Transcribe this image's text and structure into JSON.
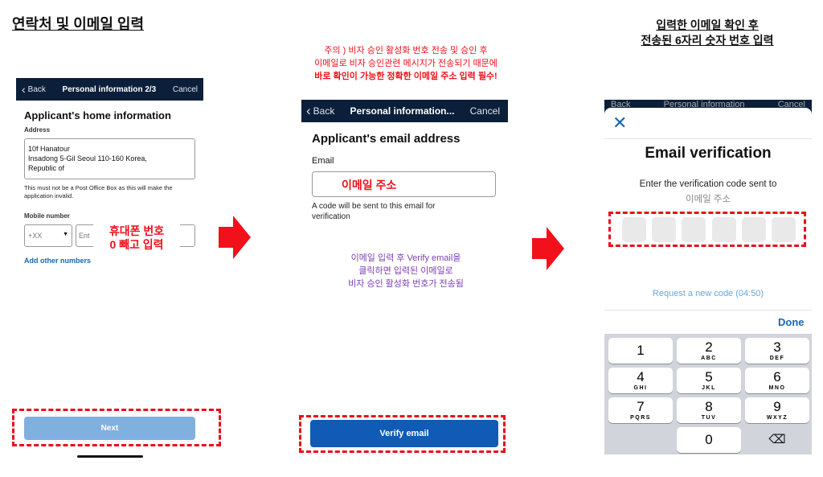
{
  "section1": {
    "title": "연락처 및 이메일 입력"
  },
  "section3": {
    "title_line1": "입력한 이메일 확인 후",
    "title_line2": "전송된 6자리 숫자 번호 입력"
  },
  "screen1": {
    "nav": {
      "back": "Back",
      "title": "Personal information 2/3",
      "cancel": "Cancel"
    },
    "heading": "Applicant's home information",
    "address_label": "Address",
    "address_value": "10f Hanatour\nInsadong 5-Gil Seoul 110-160 Korea,\nRepublic of",
    "address_note": "This must not be a Post Office Box as this will make the application invalid.",
    "mobile_label": "Mobile number",
    "country_code": "+XX",
    "phone_placeholder": "Ent",
    "phone_annotation_line1": "휴대폰 번호",
    "phone_annotation_line2": "0 빼고 입력",
    "add_numbers": "Add other numbers",
    "next": "Next"
  },
  "screen2": {
    "warning_line1": "주의 ) 비자 승인 활성화 번호 전송 및 승인 후",
    "warning_line2": "이메일로 비자 승인관련 메시지가 전송되기 때문에",
    "warning_line3": "바로 확인이 가능한 정확한 이메일 주소 입력 필수!",
    "nav": {
      "back": "Back",
      "title": "Personal information...",
      "cancel": "Cancel"
    },
    "heading": "Applicant's email address",
    "email_label": "Email",
    "email_value": "이메일 주소",
    "hint": "A code will be sent to this email for verification",
    "note_line1": "이메일 입력 후 Verify email을",
    "note_line2": "클릭하면 입력된 이메일로",
    "note_line3": "비자 승인 활성화 번호가 전송됨",
    "verify": "Verify email"
  },
  "screen3": {
    "nav_peek": {
      "back": "Back",
      "title": "Personal information",
      "cancel": "Cancel"
    },
    "heading": "Email verification",
    "subtitle": "Enter the verification code sent to",
    "email": "이메일 주소",
    "request": "Request a new code (04:50)",
    "done": "Done",
    "keys": [
      [
        "1",
        ""
      ],
      [
        "2",
        "ABC"
      ],
      [
        "3",
        "DEF"
      ],
      [
        "4",
        "GHI"
      ],
      [
        "5",
        "JKL"
      ],
      [
        "6",
        "MNO"
      ],
      [
        "7",
        "PQRS"
      ],
      [
        "8",
        "TUV"
      ],
      [
        "9",
        "WXYZ"
      ],
      [
        "0",
        ""
      ]
    ]
  },
  "colors": {
    "navy": "#0b1f3a",
    "accent": "#0f5bb5",
    "annotation": "#f2101a",
    "note": "#7a3fb5"
  }
}
